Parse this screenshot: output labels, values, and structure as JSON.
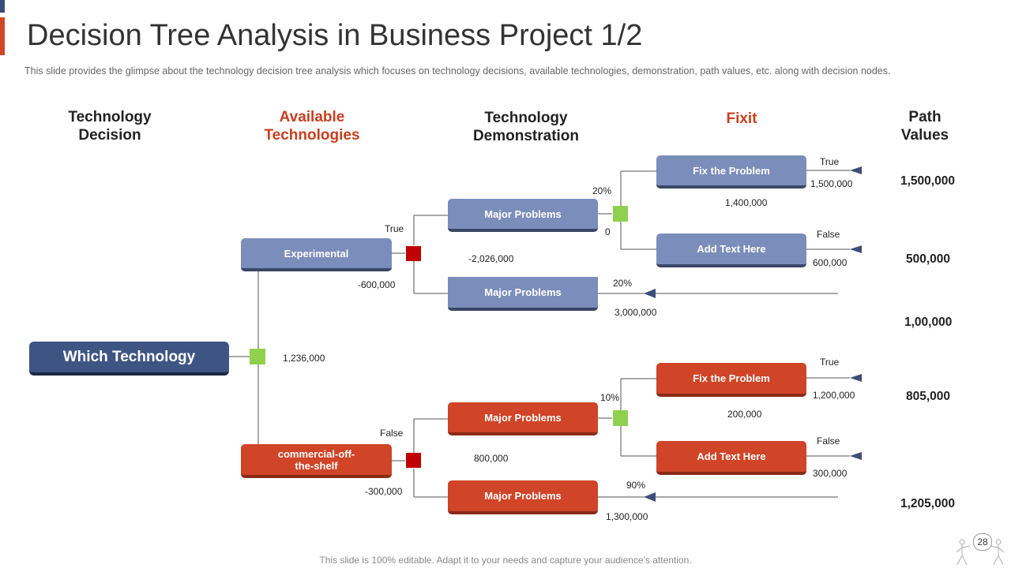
{
  "title": "Decision Tree Analysis in Business Project 1/2",
  "subtitle": "This slide provides  the glimpse about the technology decision tree analysis which focuses on technology decisions, available  technologies, demonstration,  path values,  etc. along with decision nodes.",
  "headers": {
    "technology_decision": "Technology\nDecision",
    "available_technologies": "Available\nTechnologies",
    "technology_demonstration": "Technology\nDemonstration",
    "fixit": "Fixit",
    "path_values": "Path\nValues"
  },
  "nodes": {
    "root": "Which Technology",
    "experimental": "Experimental",
    "commercial": "commercial-off-\nthe-shelf",
    "major_problems": "Major Problems",
    "fix_the_problem": "Fix the Problem",
    "add_text_here": "Add Text Here"
  },
  "labels": {
    "root_value": "1,236,000",
    "exp_true": "True",
    "exp_value": "-600,000",
    "exp_chance_value": "-2,026,000",
    "upper_pct": "20%",
    "upper_zero": "0",
    "upper_mid_value": "1,400,000",
    "fix1_true": "True",
    "fix1_value": "1,500,000",
    "add1_false": "False",
    "add1_value": "600,000",
    "mp2_pct": "20%",
    "mp2_value": "3,000,000",
    "cots_false": "False",
    "cots_value": "-300,000",
    "cots_chance_value": "800,000",
    "lower_pct": "10%",
    "lower_mid_value": "200,000",
    "fix2_true": "True",
    "fix2_value": "1,200,000",
    "add2_false": "False",
    "add2_value": "300,000",
    "mp4_pct": "90%",
    "mp4_value": "1,300,000"
  },
  "path_values": [
    "1,500,000",
    "500,000",
    "1,00,000",
    "805,000",
    "1,205,000"
  ],
  "footer": "This slide is 100% editable. Adapt it to your needs and capture your audience's attention.",
  "page_number": "28",
  "colors": {
    "blue_box": "#7b8dba",
    "red_box": "#d04427",
    "navy_box": "#3e5583",
    "decision_node": "#c00000",
    "chance_node": "#8fd14f",
    "accent_red": "#c8401f"
  }
}
